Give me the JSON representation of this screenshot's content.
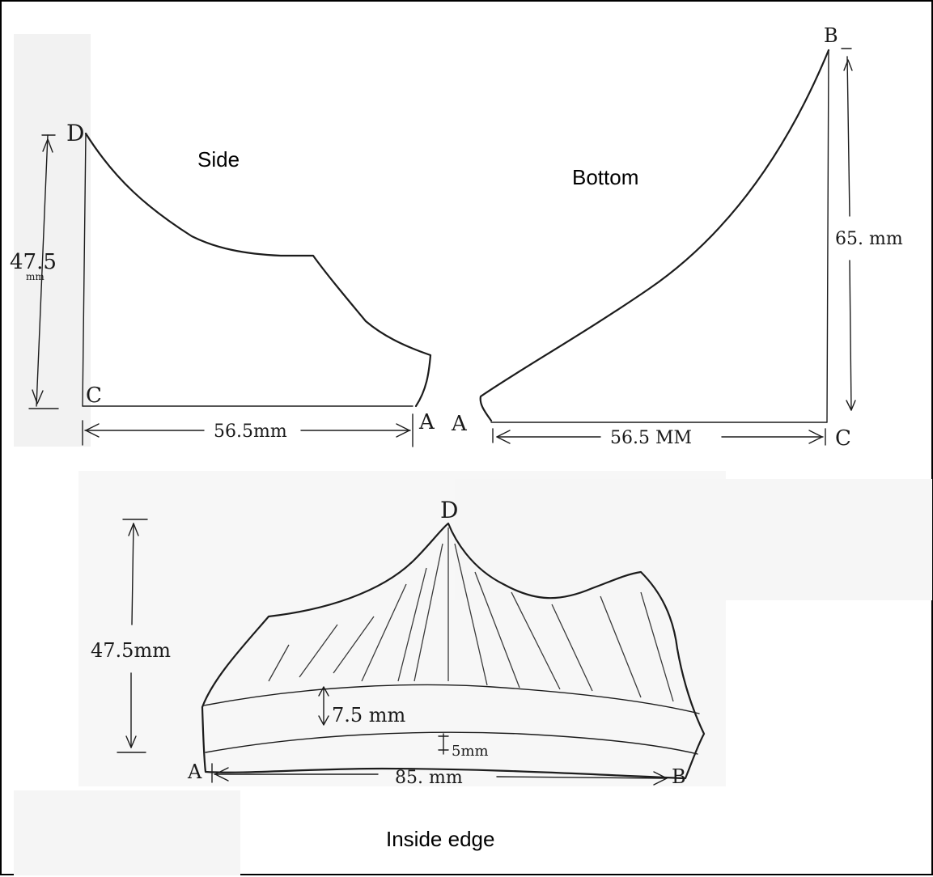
{
  "captions": {
    "side": "Side",
    "bottom": "Bottom",
    "inside_edge": "Inside edge"
  },
  "side_view": {
    "corner_top": "D",
    "corner_bottom": "C",
    "corner_right": "A",
    "height_value": "47.5",
    "height_unit": "mm",
    "width_label": "56.5mm"
  },
  "bottom_view": {
    "corner_left": "A",
    "corner_top": "B",
    "corner_bottom": "C",
    "height_label": "65. mm",
    "width_label": "56.5 MM"
  },
  "inside_edge_view": {
    "apex": "D",
    "left_end": "A",
    "right_end": "B",
    "height_label": "47.5mm",
    "band_label": "7.5 mm",
    "lip_label": "5mm",
    "width_label": "85. mm"
  },
  "colors": {
    "ink": "#1c1c1c",
    "scan_speckle": "#e9e9e9"
  }
}
